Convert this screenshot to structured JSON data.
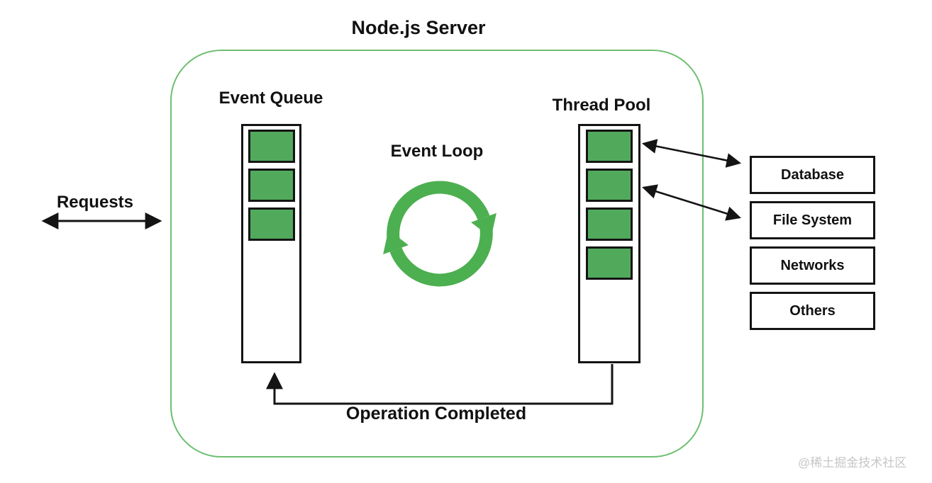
{
  "title": "Node.js Server",
  "event_queue": {
    "label": "Event Queue",
    "task_count": 3
  },
  "event_loop": {
    "label": "Event Loop",
    "icon": "circular-arrows-icon"
  },
  "thread_pool": {
    "label": "Thread Pool",
    "task_count": 4
  },
  "edges": {
    "requests_label": "Requests",
    "operation_completed_label": "Operation Completed",
    "requests_arrow": "double-headed",
    "thread_pool_to_database": "double-headed",
    "thread_pool_to_file_system": "double-headed"
  },
  "external_resources": [
    "Database",
    "File System",
    "Networks",
    "Others"
  ],
  "colors": {
    "task_block_green": "#51aa5c",
    "event_loop_green": "#4caf50",
    "container_border_green": "#6dbf71",
    "line_black": "#141414",
    "text_black": "#111111",
    "watermark_gray": "#c6c6c6"
  },
  "watermark": "@稀土掘金技术社区"
}
